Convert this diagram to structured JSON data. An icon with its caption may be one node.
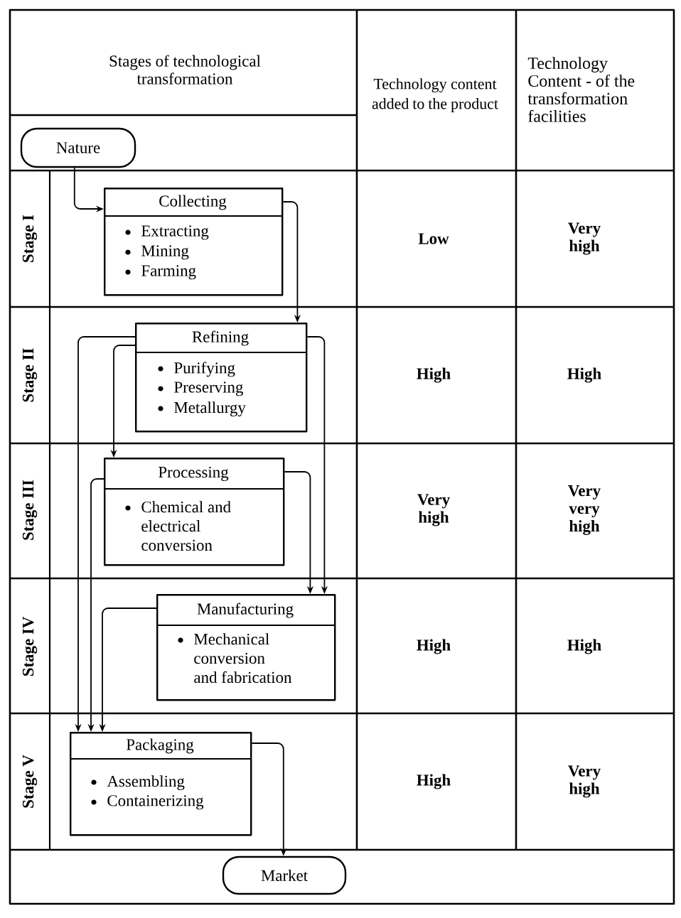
{
  "diagram": {
    "nodes": [
      {
        "text": [
          "Nature"
        ]
      },
      {
        "text": [
          "Collecting",
          "Extracting",
          "Mining",
          "Farming"
        ]
      },
      {
        "text": [
          "Refining",
          "Purifying",
          "Preserving",
          "Metallurgy"
        ]
      },
      {
        "text": [
          "Processing",
          "Chemical and electrical conversion"
        ]
      },
      {
        "text": [
          "Manufacturing",
          "Mechanical conversion and fabrication"
        ]
      },
      {
        "text": [
          "Packaging",
          "Assembling",
          "Containerizing"
        ]
      },
      {
        "text": [
          "Market"
        ]
      }
    ],
    "edges": [
      {
        "from": 0,
        "to": 1,
        "arrow": "to"
      },
      {
        "from": 1,
        "to": 2,
        "arrow": "to"
      },
      {
        "from": 2,
        "to": 3,
        "arrow": "to"
      },
      {
        "from": 2,
        "to": 4,
        "arrow": "to"
      },
      {
        "from": 2,
        "to": 5,
        "arrow": "to"
      },
      {
        "from": 3,
        "to": 4,
        "arrow": "to"
      },
      {
        "from": 3,
        "to": 5,
        "arrow": "to"
      },
      {
        "from": 4,
        "to": 5,
        "arrow": "to"
      },
      {
        "from": 5,
        "to": 6,
        "arrow": "to"
      }
    ],
    "labels": [
      "Stages of technological transformation",
      "Technology content added to the product",
      "Technology Content - of the transformation facilities",
      "Stage I",
      "Low",
      "Very high",
      "Stage II",
      "High",
      "High",
      "Stage III",
      "Very high",
      "Very very high",
      "Stage IV",
      "High",
      "High",
      "Stage V",
      "High",
      "Very high"
    ]
  }
}
